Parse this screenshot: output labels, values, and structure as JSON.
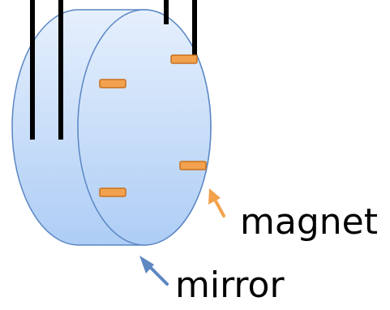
{
  "labels": {
    "magnet": "magnet",
    "mirror": "mirror"
  },
  "colors": {
    "mirror_fill_top": "#e6f0fd",
    "mirror_fill_bottom": "#aecdf5",
    "mirror_stroke": "#5a86c4",
    "magnet_fill": "#f2a24e",
    "magnet_stroke": "#c8701e",
    "wire": "#000000",
    "magnet_arrow": "#f3a24c",
    "mirror_arrow": "#5d87c1"
  },
  "icons": {
    "magnet_arrow": "arrow-pointing-to-magnet",
    "mirror_arrow": "arrow-pointing-to-mirror"
  }
}
